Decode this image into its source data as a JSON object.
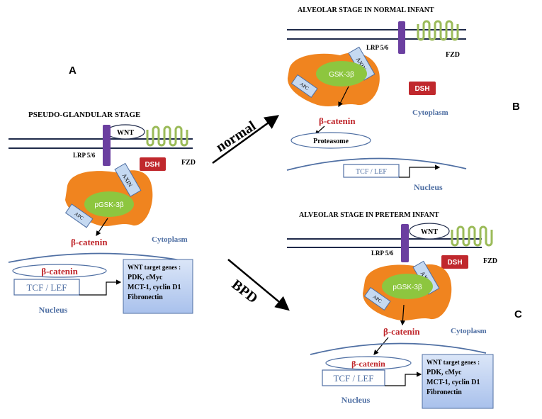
{
  "panel_labels": {
    "a": "A",
    "b": "B",
    "c": "C"
  },
  "arrows": {
    "normal": "normal",
    "bpd": "BPD"
  },
  "panel_a": {
    "title": "PSEUDO-GLANDULAR STAGE",
    "wnt": "WNT",
    "lrp": "LRP 5/6",
    "fzd": "FZD",
    "dsh": "DSH",
    "axin": "AXIN",
    "gsk": "pGSK-3β",
    "apc": "APC",
    "beta_catenin": "β-catenin",
    "cytoplasm": "Cytoplasm",
    "nuclear_beta_catenin": "β-catenin",
    "tcf_lef": "TCF / LEF",
    "nucleus": "Nucleus",
    "target_genes": [
      "WNT target genes :",
      "PDK, cMyc",
      "MCT-1, cyclin D1",
      "Fibronectin"
    ]
  },
  "panel_b": {
    "title": "ALVEOLAR STAGE IN NORMAL INFANT",
    "lrp": "LRP 5/6",
    "fzd": "FZD",
    "axin": "AXIN",
    "gsk": "GSK-3β",
    "apc": "APC",
    "dsh": "DSH",
    "beta_catenin": "β-catenin",
    "cytoplasm": "Cytoplasm",
    "proteasome": "Proteasome",
    "tcf_lef": "TCF / LEF",
    "nucleus": "Nucleus"
  },
  "panel_c": {
    "title": "ALVEOLAR STAGE IN PRETERM INFANT",
    "wnt": "WNT",
    "lrp": "LRP 5/6",
    "fzd": "FZD",
    "dsh": "DSH",
    "axin": "AXIN",
    "gsk": "pGSK-3β",
    "apc": "APC",
    "beta_catenin": "β-catenin",
    "cytoplasm": "Cytoplasm",
    "nuclear_beta_catenin": "β-catenin",
    "tcf_lef": "TCF / LEF",
    "nucleus": "Nucleus",
    "target_genes": [
      "WNT target genes :",
      "PDK, cMyc",
      "MCT-1, cyclin D1",
      "Fibronectin"
    ]
  },
  "colors": {
    "membrane": "#1f2a4a",
    "lrp": "#6b3fa0",
    "fzd": "#9bbb59",
    "dsh": "#c0282d",
    "axin": "#c5d9f1",
    "gsk": "#8dc63f",
    "apc": "#c5d9f1",
    "complex": "#f0841f",
    "beta_catenin": "#c0282d",
    "cytoplasm_text": "#4f6fa3",
    "nucleus_line": "#4f6fa3",
    "genes_box": "#b9cdf0"
  }
}
